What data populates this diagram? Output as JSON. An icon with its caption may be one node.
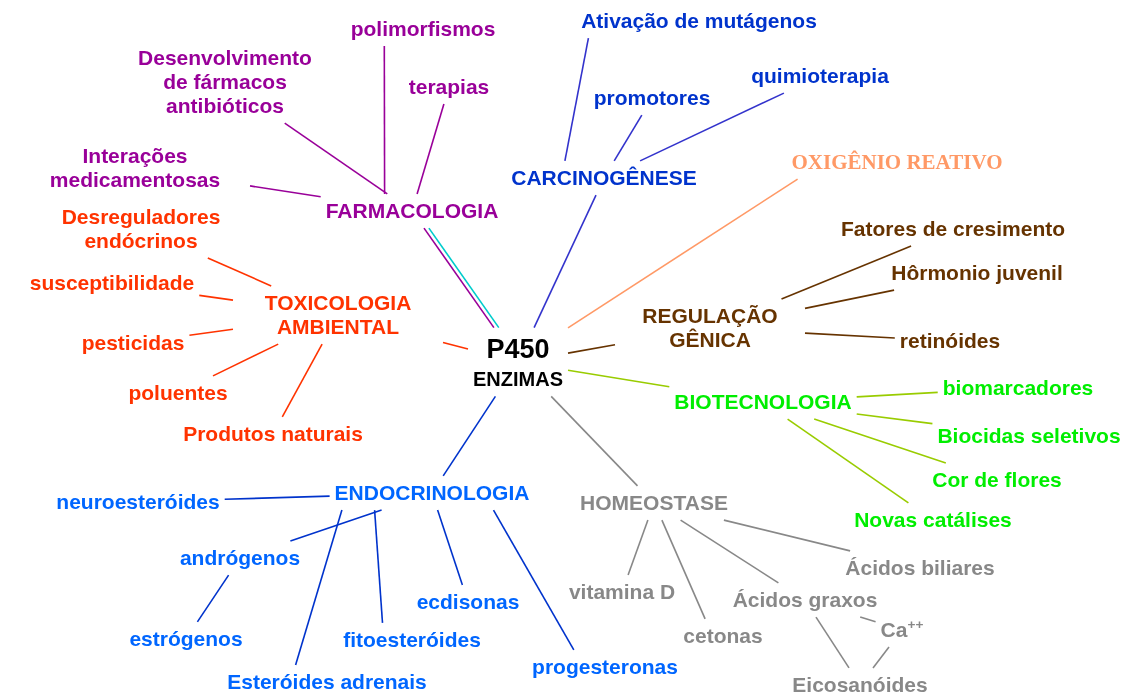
{
  "diagram": {
    "nodes": [
      {
        "text": [
          "P450",
          "ENZIMAS"
        ]
      },
      {
        "text": [
          "FARMACOLOGIA"
        ]
      },
      {
        "text": [
          "polimorfismos"
        ]
      },
      {
        "text": [
          "Desenvolvimento de fármacos antibióticos"
        ]
      },
      {
        "text": [
          "terapias"
        ]
      },
      {
        "text": [
          "Interações medicamentosas"
        ]
      },
      {
        "text": [
          "CARCINOGÊNESE"
        ]
      },
      {
        "text": [
          "Ativação de mutágenos"
        ]
      },
      {
        "text": [
          "promotores"
        ]
      },
      {
        "text": [
          "quimioterapia"
        ]
      },
      {
        "text": [
          "OXIGÊNIO REATIVO"
        ]
      },
      {
        "text": [
          "REGULAÇÃO GÊNICA"
        ]
      },
      {
        "text": [
          "Fatores de cresimento"
        ]
      },
      {
        "text": [
          "Hôrmonio juvenil"
        ]
      },
      {
        "text": [
          "retinóides"
        ]
      },
      {
        "text": [
          "TOXICOLOGIA AMBIENTAL"
        ]
      },
      {
        "text": [
          "Desreguladores endócrinos"
        ]
      },
      {
        "text": [
          "susceptibilidade"
        ]
      },
      {
        "text": [
          "pesticidas"
        ]
      },
      {
        "text": [
          "poluentes"
        ]
      },
      {
        "text": [
          "Produtos naturais"
        ]
      },
      {
        "text": [
          "BIOTECNOLOGIA"
        ]
      },
      {
        "text": [
          "biomarcadores"
        ]
      },
      {
        "text": [
          "Biocidas seletivos"
        ]
      },
      {
        "text": [
          "Cor de flores"
        ]
      },
      {
        "text": [
          "Novas catálises"
        ]
      },
      {
        "text": [
          "ENDOCRINOLOGIA"
        ]
      },
      {
        "text": [
          "neuroesteróides"
        ]
      },
      {
        "text": [
          "andrógenos"
        ]
      },
      {
        "text": [
          "estrógenos"
        ]
      },
      {
        "text": [
          "Esteróides adrenais"
        ]
      },
      {
        "text": [
          "fitoesteróides"
        ]
      },
      {
        "text": [
          "ecdisonas"
        ]
      },
      {
        "text": [
          "progesteronas"
        ]
      },
      {
        "text": [
          "HOMEOSTASE"
        ]
      },
      {
        "text": [
          "vitamina D"
        ]
      },
      {
        "text": [
          "cetonas"
        ]
      },
      {
        "text": [
          "Ácidos biliares"
        ]
      },
      {
        "text": [
          "Ácidos graxos"
        ]
      },
      {
        "text": [
          "Ca$^{++}$"
        ]
      },
      {
        "text": [
          "Eicosanóides"
        ]
      }
    ],
    "edges": [
      {
        "from": 0,
        "to": 1,
        "arrow": "none",
        "color": "#990099"
      },
      {
        "from": 0,
        "to": 1,
        "arrow": "none",
        "color": "#00cccc"
      },
      {
        "from": 1,
        "to": 2,
        "arrow": "none",
        "color": "#990099"
      },
      {
        "from": 1,
        "to": 3,
        "arrow": "none",
        "color": "#990099"
      },
      {
        "from": 1,
        "to": 4,
        "arrow": "none",
        "color": "#990099"
      },
      {
        "from": 1,
        "to": 5,
        "arrow": "none",
        "color": "#990099"
      },
      {
        "from": 0,
        "to": 6,
        "arrow": "none",
        "color": "#3333cc"
      },
      {
        "from": 6,
        "to": 7,
        "arrow": "none",
        "color": "#3333cc"
      },
      {
        "from": 6,
        "to": 8,
        "arrow": "none",
        "color": "#3333cc"
      },
      {
        "from": 6,
        "to": 9,
        "arrow": "none",
        "color": "#3333cc"
      },
      {
        "from": 0,
        "to": 10,
        "arrow": "none",
        "color": "#ff9966"
      },
      {
        "from": 0,
        "to": 11,
        "arrow": "none",
        "color": "#663300"
      },
      {
        "from": 11,
        "to": 12,
        "arrow": "none",
        "color": "#663300"
      },
      {
        "from": 11,
        "to": 13,
        "arrow": "none",
        "color": "#663300"
      },
      {
        "from": 11,
        "to": 14,
        "arrow": "none",
        "color": "#663300"
      },
      {
        "from": 0,
        "to": 15,
        "arrow": "none",
        "color": "#ff3300"
      },
      {
        "from": 15,
        "to": 16,
        "arrow": "none",
        "color": "#ff3300"
      },
      {
        "from": 15,
        "to": 17,
        "arrow": "none",
        "color": "#ff3300"
      },
      {
        "from": 15,
        "to": 18,
        "arrow": "none",
        "color": "#ff3300"
      },
      {
        "from": 15,
        "to": 19,
        "arrow": "none",
        "color": "#ff3300"
      },
      {
        "from": 15,
        "to": 20,
        "arrow": "none",
        "color": "#ff3300"
      },
      {
        "from": 0,
        "to": 21,
        "arrow": "none",
        "color": "#99cc00"
      },
      {
        "from": 21,
        "to": 22,
        "arrow": "none",
        "color": "#99cc00"
      },
      {
        "from": 21,
        "to": 23,
        "arrow": "none",
        "color": "#99cc00"
      },
      {
        "from": 21,
        "to": 24,
        "arrow": "none",
        "color": "#99cc00"
      },
      {
        "from": 21,
        "to": 25,
        "arrow": "none",
        "color": "#99cc00"
      },
      {
        "from": 0,
        "to": 26,
        "arrow": "none",
        "color": "#0033cc"
      },
      {
        "from": 26,
        "to": 27,
        "arrow": "none",
        "color": "#0033cc"
      },
      {
        "from": 26,
        "to": 28,
        "arrow": "none",
        "color": "#0033cc"
      },
      {
        "from": 28,
        "to": 29,
        "arrow": "none",
        "color": "#0033cc"
      },
      {
        "from": 26,
        "to": 30,
        "arrow": "none",
        "color": "#0033cc"
      },
      {
        "from": 26,
        "to": 31,
        "arrow": "none",
        "color": "#0033cc"
      },
      {
        "from": 26,
        "to": 32,
        "arrow": "none",
        "color": "#0033cc"
      },
      {
        "from": 26,
        "to": 33,
        "arrow": "none",
        "color": "#0033cc"
      },
      {
        "from": 0,
        "to": 34,
        "arrow": "none",
        "color": "#888888"
      },
      {
        "from": 34,
        "to": 35,
        "arrow": "none",
        "color": "#888888"
      },
      {
        "from": 34,
        "to": 36,
        "arrow": "none",
        "color": "#888888"
      },
      {
        "from": 34,
        "to": 37,
        "arrow": "none",
        "color": "#888888"
      },
      {
        "from": 34,
        "to": 38,
        "arrow": "none",
        "color": "#888888"
      },
      {
        "from": 38,
        "to": 39,
        "arrow": "none",
        "color": "#888888"
      },
      {
        "from": 38,
        "to": 40,
        "arrow": "none",
        "color": "#888888"
      },
      {
        "from": 39,
        "to": 40,
        "arrow": "none",
        "color": "#888888"
      }
    ]
  }
}
